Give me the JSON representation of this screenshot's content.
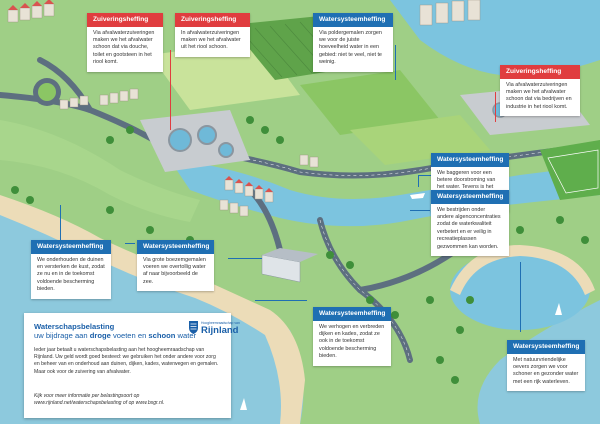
{
  "callouts": [
    {
      "id": "c1",
      "kind": "red",
      "title": "Zuiveringsheffing",
      "text": "Via afvalwaterzuiveringen maken we het afvalwater schoon dat via douche, toilet en gootsteen in het riool komt."
    },
    {
      "id": "c2",
      "kind": "red",
      "title": "Zuiveringsheffing",
      "text": "In afvalwaterzuiveringen maken we het afvalwater uit het riool schoon."
    },
    {
      "id": "c3",
      "kind": "blue",
      "title": "Watersysteemheffing",
      "text": "Via poldergemalen zorgen we voor de juiste hoeveelheid water in een gebied: niet te veel, niet te weinig."
    },
    {
      "id": "c4",
      "kind": "red",
      "title": "Zuiveringsheffing",
      "text": "Via afvalwaterzuiveringen maken we het afvalwater schoon dat via bedrijven en industrie in het riool komt."
    },
    {
      "id": "c5",
      "kind": "blue",
      "title": "Watersysteemheffing",
      "text": "We baggeren voor een betere doorstroming van het water. Tevens is het goed voor de waterkwaliteit en het waterleven."
    },
    {
      "id": "c6",
      "kind": "blue",
      "title": "Watersysteemheffing",
      "text": "We bestrijden onder andere algenconcentraties zodat de waterkwaliteit verbetert en er veilig in recreatieplassen gezwommen kan worden."
    },
    {
      "id": "c7",
      "kind": "blue",
      "title": "Watersysteemheffing",
      "text": "We onderhouden de duinen en versterken de kust, zodat ze nu en in de toekomst voldoende bescherming bieden."
    },
    {
      "id": "c8",
      "kind": "blue",
      "title": "Watersysteemheffing",
      "text": "Via grote boezemgemalen voeren we overtollig water af naar bijvoorbeeld de zee."
    },
    {
      "id": "c9",
      "kind": "blue",
      "title": "Watersysteemheffing",
      "text": "We verhogen en verbreden dijken en kades, zodat ze ook in de toekomst voldoende bescherming bieden."
    },
    {
      "id": "c10",
      "kind": "blue",
      "title": "Watersysteemheffing",
      "text": "Met natuurvriendelijke oevers zorgen we voor schoner en gezonder water met een rijk waterleven."
    }
  ],
  "info": {
    "title1": "Waterschapsbelasting",
    "title2_pre": "uw bijdrage aan ",
    "title2_b1": "droge",
    "title2_mid": " voeten en ",
    "title2_b2": "schoon",
    "title2_post": " water",
    "body": "Ieder jaar betaalt u waterschapsbelasting aan het hoogheemraadschap van Rijnland. Uw geld wordt goed besteed: we gebruiken het onder andere voor zorg en beheer van en onderhoud aan duinen, dijken, kades, waterwegen en gemalen. Maar ook voor de zuivering van afvalwater.",
    "more": "Kijk voor meer informatie per belastingsoort op www.rijnland.net/waterschapsbelasting of op www.bsgr.nl.",
    "logo_small": "Hoogheemraadschap van",
    "logo_big": "Rijnland"
  },
  "colors": {
    "red": "#e03d3f",
    "blue": "#1f6fb3",
    "water": "#7cc4df",
    "sea": "#8dc9dd",
    "land": "#9fcf86",
    "sand": "#ecdcb8",
    "road": "#5d6f80"
  }
}
